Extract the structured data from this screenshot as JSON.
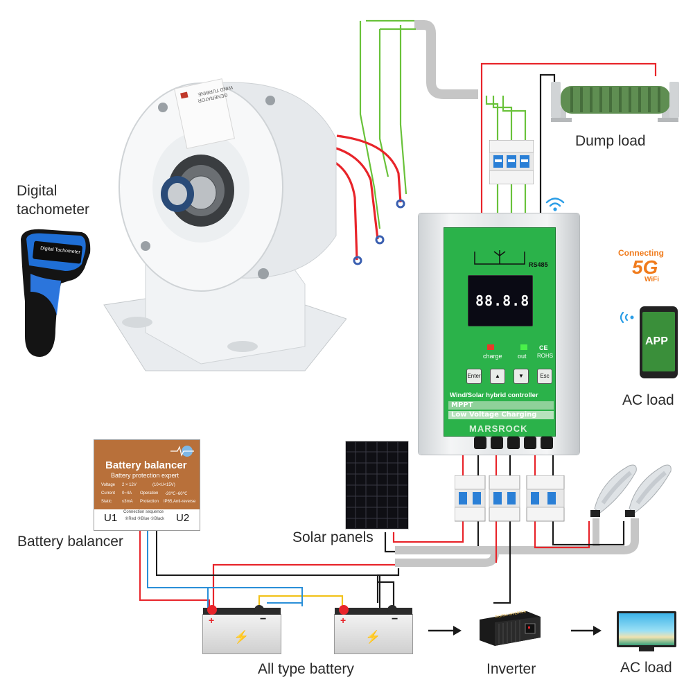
{
  "labels": {
    "digital_tachometer": [
      "Digital",
      "tachometer"
    ],
    "dump_load": "Dump load",
    "ac_load_top": "AC load",
    "ac_load_bottom": "AC load",
    "battery_balancer": "Battery balancer",
    "solar_panels": "Solar panels",
    "all_type_battery": "All type battery",
    "inverter": "Inverter"
  },
  "tachometer": {
    "screen_text": "Digital Tachometer"
  },
  "generator": {
    "label_lines": [
      "WIND TURBINE",
      "GENERATOR"
    ]
  },
  "connecting_5g": {
    "line1": "Connecting",
    "big": "5G",
    "line3": "WiFi"
  },
  "phone": {
    "app_text": "APP"
  },
  "controller": {
    "rs485": "RS485",
    "digits": "88.8.8",
    "indicators": {
      "charge": "charge",
      "out": "out"
    },
    "rohs": "ROHS",
    "ce": "CE",
    "buttons": {
      "enter": "Enter",
      "up": "▲",
      "down": "▼",
      "esc": "Esc"
    },
    "title": "Wind/Solar hybrid controller",
    "band_mppt": "MPPT",
    "band_low": "Low Voltage Charging",
    "brand": "MARSROCK"
  },
  "battery_balancer": {
    "title": "Battery balancer",
    "subtitle": "Battery protection expert",
    "spec_rows": [
      [
        "Voltage",
        "2 × 12V",
        "(10<U<15V)"
      ],
      [
        "Current",
        "0~4A",
        "Operation",
        "-20℃~60℃"
      ],
      [
        "Static",
        "≤3mA",
        "Protection",
        "IP65,Anti-reverse"
      ]
    ],
    "connection_sequence": "Connection sequence",
    "wire_colors": "②Red ③Blue ①Black",
    "u1": "U1",
    "u2": "U2"
  },
  "battery": {
    "plus": "+",
    "minus": "−",
    "bolt": "⚡"
  },
  "inverter_unit": {
    "text": "DIGITAL INVERTER"
  },
  "colors": {
    "wire_red": "#e8242a",
    "wire_black": "#1a1a1a",
    "wire_green": "#69c23a",
    "wire_blue": "#2a8fd8",
    "wire_yellow": "#f2c21a",
    "cable_grey": "#c6c6c6",
    "controller_green": "#2bb24a",
    "balancer_brown": "#b8703a",
    "orange_5g": "#f07b1c"
  }
}
